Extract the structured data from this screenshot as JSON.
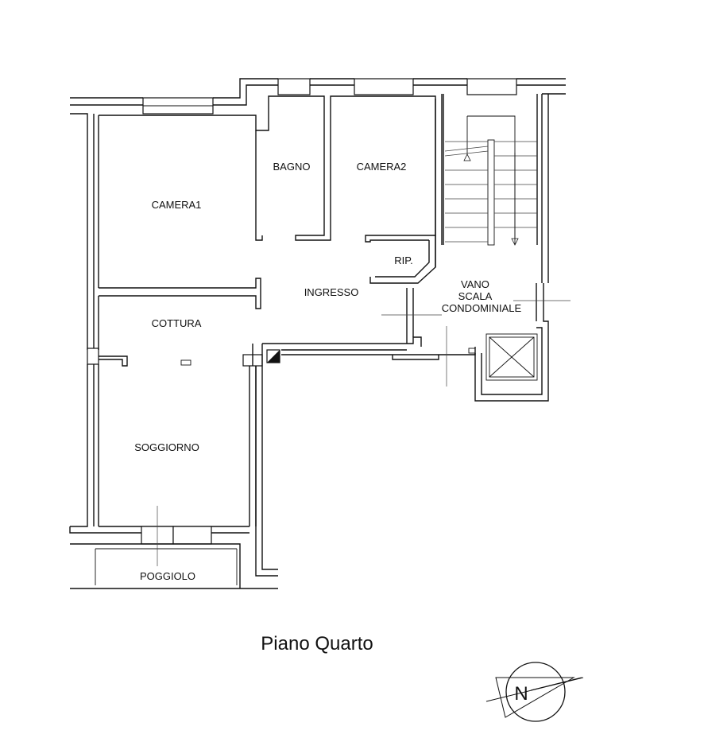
{
  "title": "Piano Quarto",
  "rooms": {
    "camera1": "CAMERA1",
    "bagno": "BAGNO",
    "camera2": "CAMERA2",
    "rip": "RIP.",
    "ingresso": "INGRESSO",
    "vano_scala": [
      "VANO",
      "SCALA",
      "CONDOMINIALE"
    ],
    "cottura": "COTTURA",
    "soggiorno": "SOGGIORNO",
    "poggiolo": "POGGIOLO"
  },
  "compass": {
    "label": "N"
  },
  "colors": {
    "line": "#111111",
    "background": "#ffffff"
  }
}
